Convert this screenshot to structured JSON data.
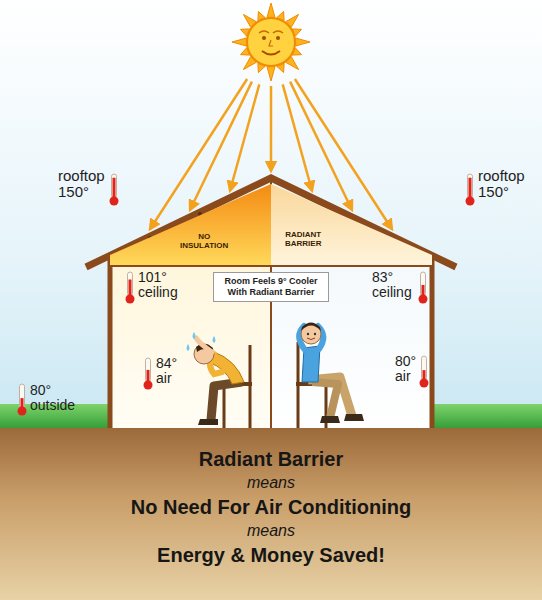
{
  "diagram": {
    "nodes": [
      {
        "text": [
          "NO INSULATION"
        ]
      },
      {
        "text": [
          "RADIANT BARRIER"
        ]
      },
      {
        "text": [
          "Room Feels 9° Cooler With Radiant Barrier"
        ]
      },
      {
        "text": [
          "Radiant Barrier",
          "means",
          "No Need For Air Conditioning",
          "means",
          "Energy & Money Saved!"
        ]
      }
    ],
    "edges": [],
    "labels": [
      "rooftop 150°",
      "rooftop 150°",
      "101° ceiling",
      "83° ceiling",
      "84° air",
      "80° air",
      "80° outside"
    ]
  }
}
